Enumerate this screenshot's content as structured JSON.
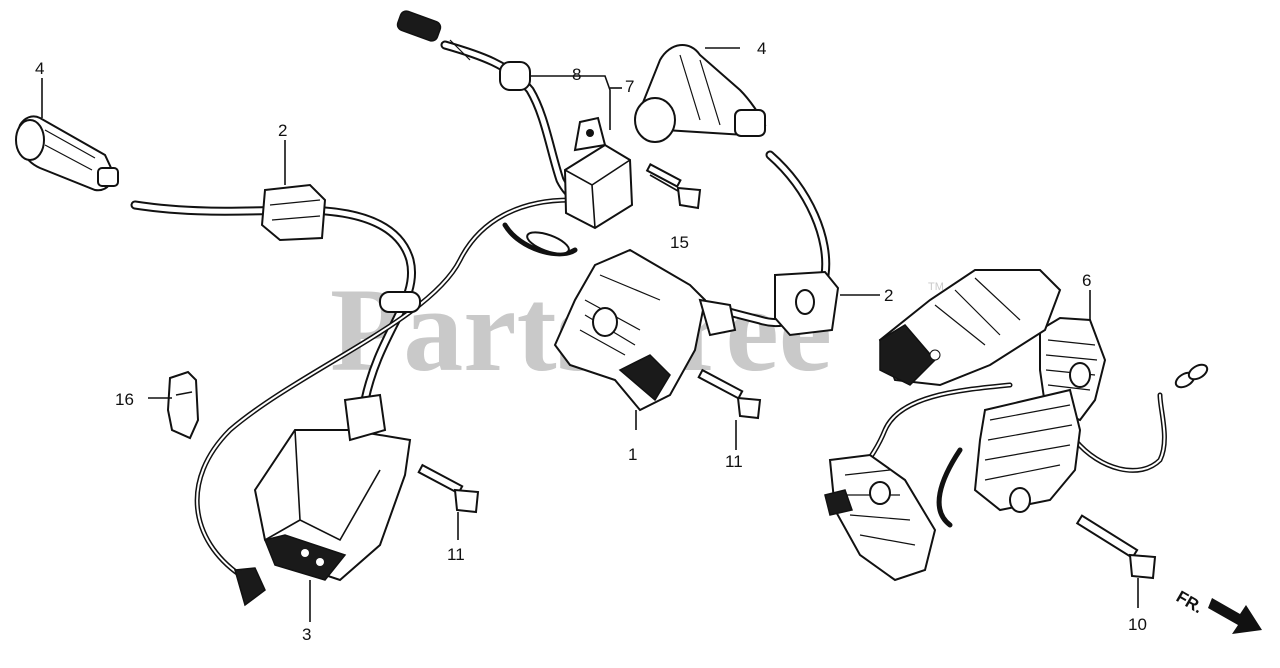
{
  "watermark": {
    "text": "PartsTree",
    "trademark": "TM"
  },
  "callouts": {
    "c1": "1",
    "c2a": "2",
    "c2b": "2",
    "c3": "3",
    "c4a": "4",
    "c4b": "4",
    "c6": "6",
    "c7": "7",
    "c8": "8",
    "c10": "10",
    "c11a": "11",
    "c11b": "11",
    "c15": "15",
    "c16": "16"
  },
  "direction_marker": {
    "label": "FR."
  }
}
